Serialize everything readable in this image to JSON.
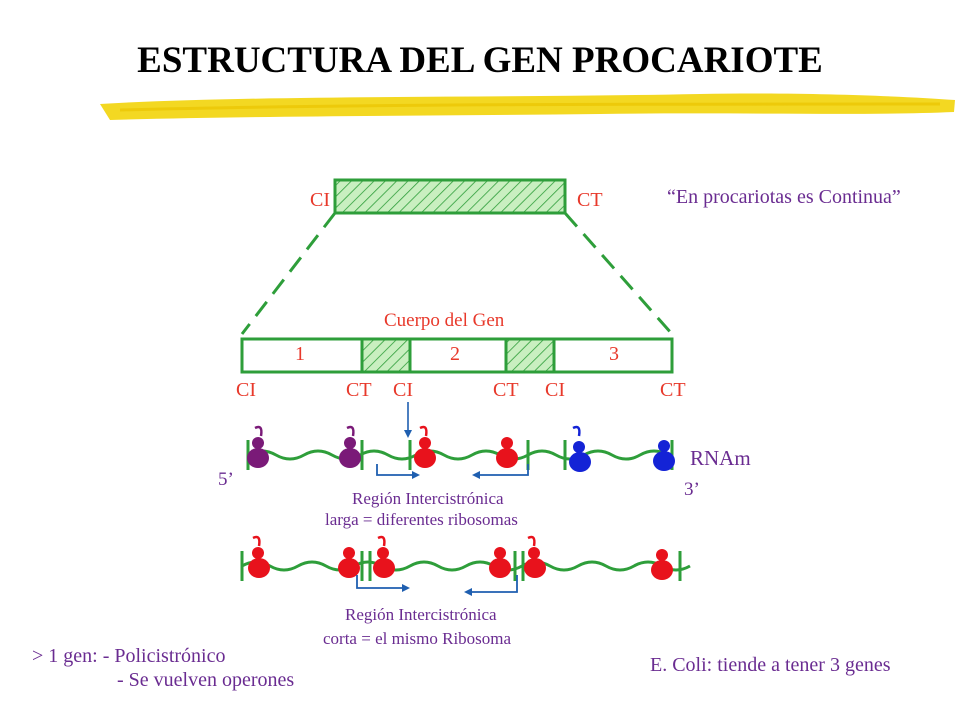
{
  "title": "ESTRUCTURA DEL GEN PROCARIOTE",
  "top_gene": {
    "ci": "CI",
    "ct": "CT"
  },
  "quote": "“En procariotas es Continua”",
  "body_label": "Cuerpo del Gen",
  "segments": [
    "1",
    "2",
    "3"
  ],
  "junction_labels": [
    "CI",
    "CT",
    "CI",
    "CT",
    "CI",
    "CT"
  ],
  "mrna": {
    "label": "RNAm",
    "five_prime": "5’",
    "three_prime": "3’"
  },
  "region_long": {
    "line1": "Región Intercistrónica",
    "line2": "larga = diferentes ribosomas"
  },
  "region_short": {
    "line1": "Región Intercistrónica",
    "line2": "corta = el mismo Ribosoma"
  },
  "notes": {
    "multi_gene": "> 1 gen: - Policistrónico",
    "operons": "- Se vuelven operones",
    "ecoli": "E. Coli:  tiende a tener 3 genes"
  },
  "colors": {
    "gene_green": "#2e9e3a",
    "hatch_fill": "#c9efc0",
    "label_red": "#e8392b",
    "ribosome_red": "#e8121c",
    "ribosome_purple": "#7a1a78",
    "ribosome_blue": "#1423d6",
    "arrow_blue": "#1f5fb0",
    "text_purple": "#6a2c91",
    "highlight_yellow": "#f2d40a"
  }
}
